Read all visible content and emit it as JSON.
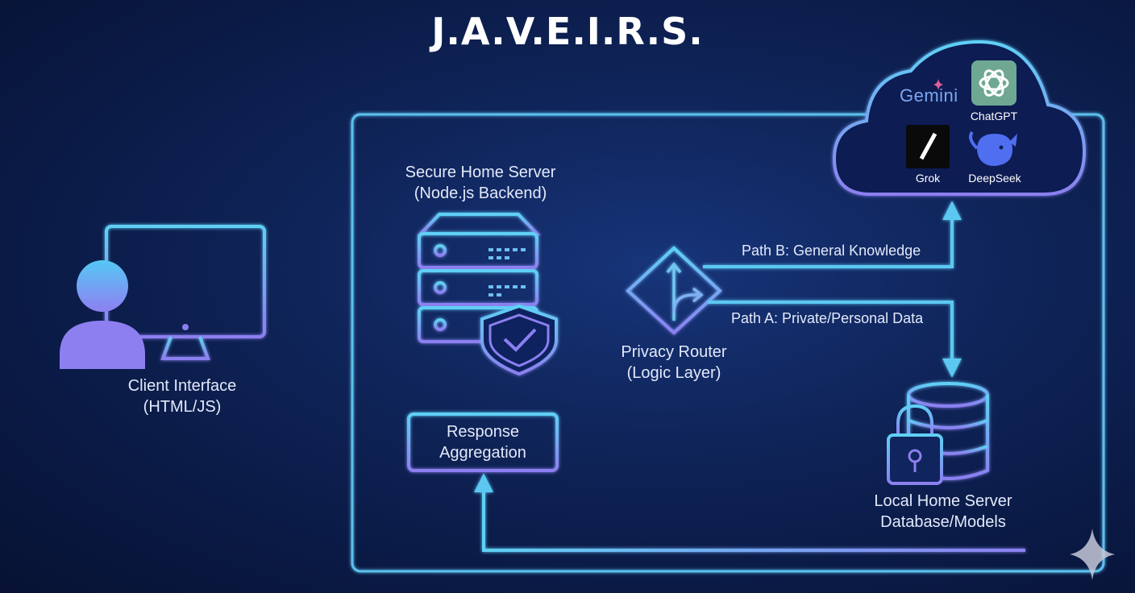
{
  "title": "J.A.V.E.I.R.S.",
  "nodes": {
    "client": {
      "line1": "Client Interface",
      "line2": "(HTML/JS)"
    },
    "secure_server": {
      "line1": "Secure Home Server",
      "line2": "(Node.js Backend)"
    },
    "privacy_router": {
      "line1": "Privacy Router",
      "line2": "(Logic Layer)"
    },
    "response_aggregation": {
      "line1": "Response",
      "line2": "Aggregation"
    },
    "local_server": {
      "line1": "Local Home Server",
      "line2": "Database/Models"
    }
  },
  "paths": {
    "path_b": "Path B: General Knowledge",
    "path_a": "Path A: Private/Personal Data"
  },
  "cloud_providers": [
    {
      "name": "Gemini",
      "icon": "gemini-logo"
    },
    {
      "name": "ChatGPT",
      "icon": "chatgpt-logo"
    },
    {
      "name": "Grok",
      "icon": "grok-logo"
    },
    {
      "name": "DeepSeek",
      "icon": "deepseek-logo"
    }
  ],
  "colors": {
    "line_cyan": "#5cc8f2",
    "line_violet": "#8f83f0",
    "background": "#0f2459",
    "chatgpt_tile": "#6fa892"
  }
}
